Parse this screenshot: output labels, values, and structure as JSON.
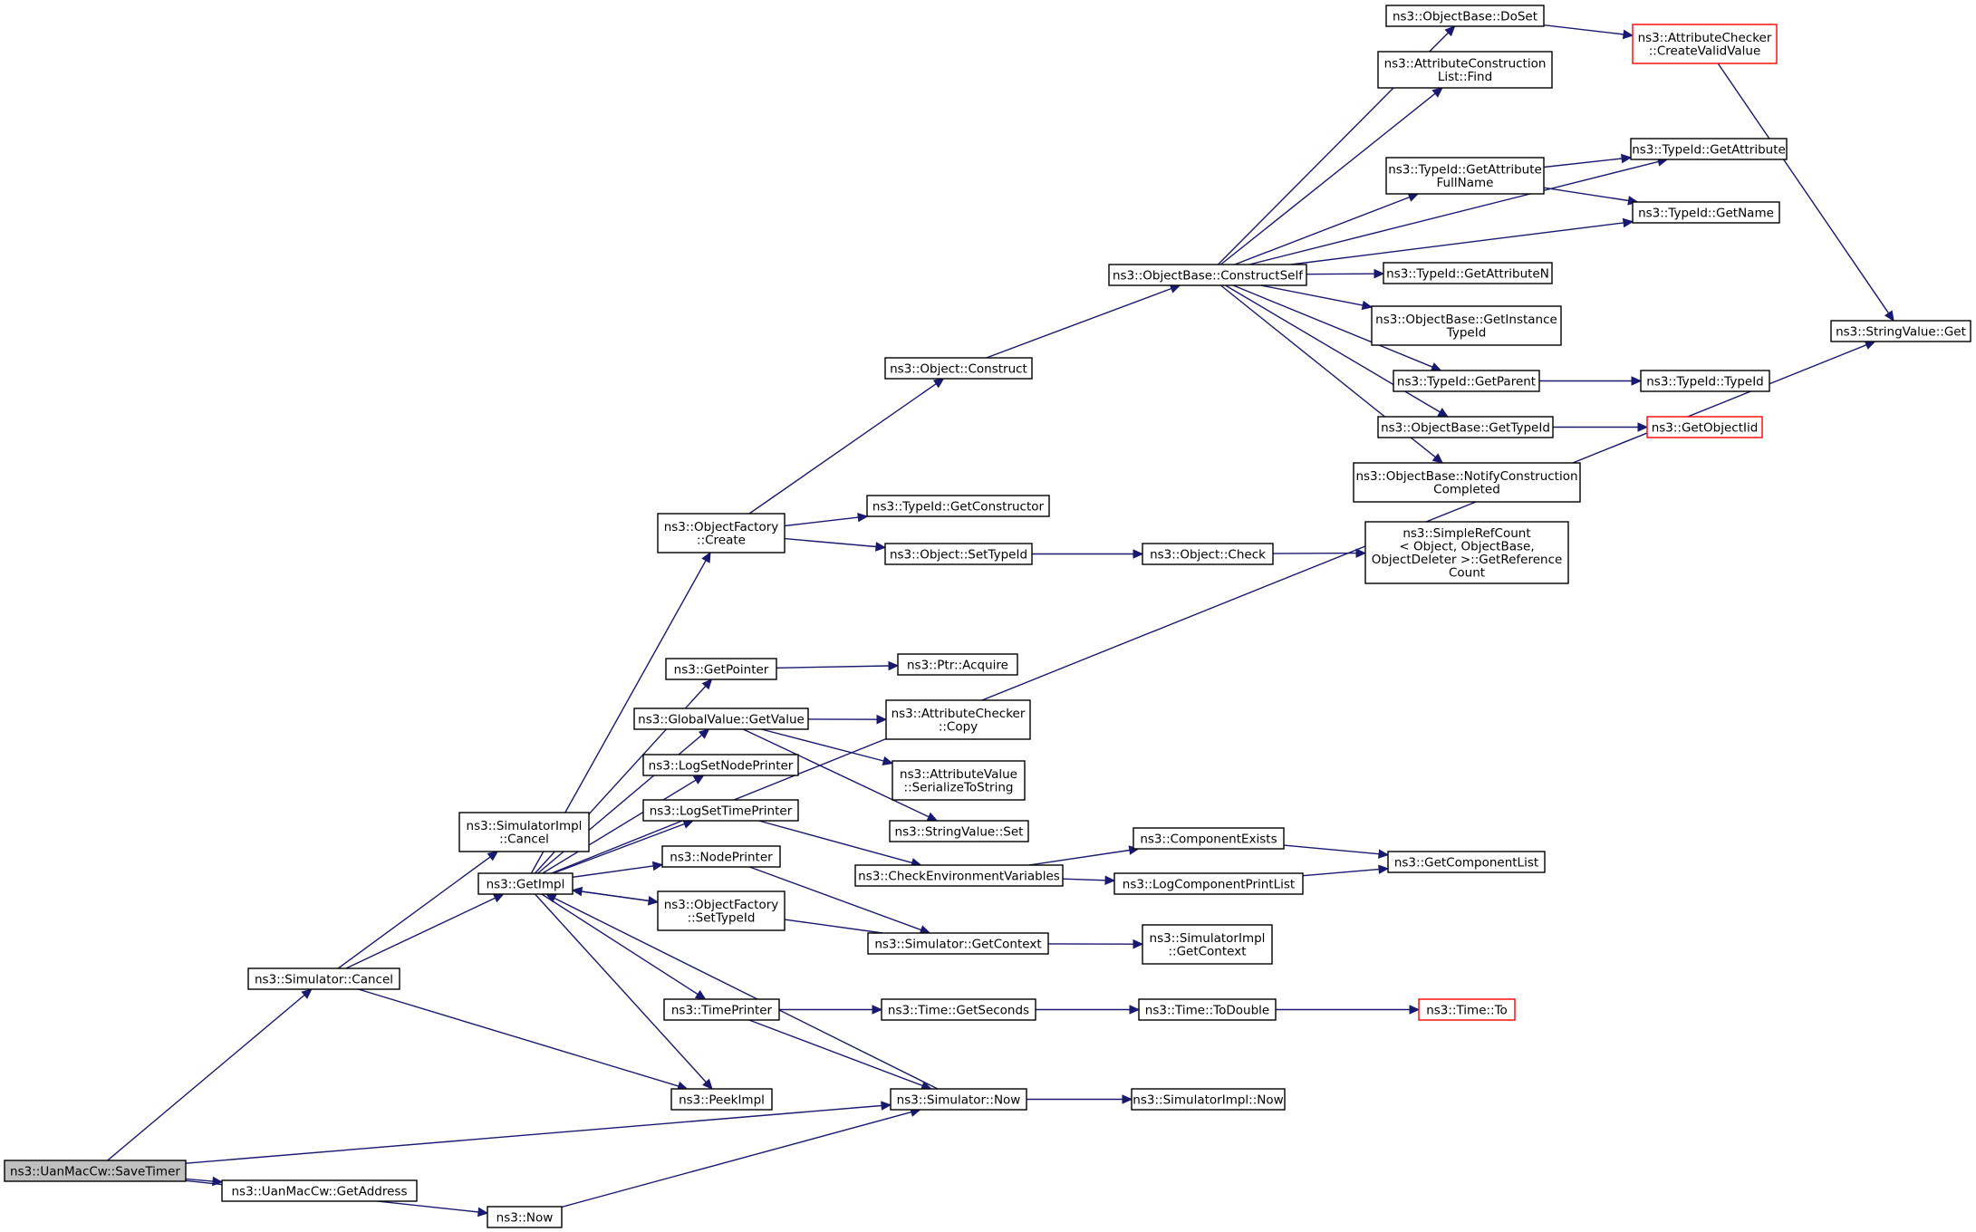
{
  "graph": {
    "root": "ns3::UanMacCw::SaveTimer",
    "nodes": [
      {
        "id": "SaveTimer",
        "label": [
          "ns3::UanMacCw::SaveTimer"
        ],
        "style": "root"
      },
      {
        "id": "SimCancel",
        "label": [
          "ns3::Simulator::Cancel"
        ]
      },
      {
        "id": "GetAddress",
        "label": [
          "ns3::UanMacCw::GetAddress"
        ]
      },
      {
        "id": "Now",
        "label": [
          "ns3::Now"
        ]
      },
      {
        "id": "SimImplCancel",
        "label": [
          "ns3::SimulatorImpl",
          "::Cancel"
        ]
      },
      {
        "id": "GetImpl",
        "label": [
          "ns3::GetImpl"
        ]
      },
      {
        "id": "PeekImpl",
        "label": [
          "ns3::PeekImpl"
        ]
      },
      {
        "id": "SimNow",
        "label": [
          "ns3::Simulator::Now"
        ]
      },
      {
        "id": "OFCreate",
        "label": [
          "ns3::ObjectFactory",
          "::Create"
        ]
      },
      {
        "id": "GetPointer",
        "label": [
          "ns3::GetPointer"
        ]
      },
      {
        "id": "GVGetValue",
        "label": [
          "ns3::GlobalValue::GetValue"
        ]
      },
      {
        "id": "LogSetNodePrinter",
        "label": [
          "ns3::LogSetNodePrinter"
        ]
      },
      {
        "id": "LogSetTimePrinter",
        "label": [
          "ns3::LogSetTimePrinter"
        ]
      },
      {
        "id": "NodePrinter",
        "label": [
          "ns3::NodePrinter"
        ]
      },
      {
        "id": "OFSetTypeId",
        "label": [
          "ns3::ObjectFactory",
          "::SetTypeId"
        ]
      },
      {
        "id": "TimePrinter",
        "label": [
          "ns3::TimePrinter"
        ]
      },
      {
        "id": "ObjConstruct",
        "label": [
          "ns3::Object::Construct"
        ]
      },
      {
        "id": "TIGetConstructor",
        "label": [
          "ns3::TypeId::GetConstructor"
        ]
      },
      {
        "id": "ObjSetTypeId",
        "label": [
          "ns3::Object::SetTypeId"
        ]
      },
      {
        "id": "PtrAcquire",
        "label": [
          "ns3::Ptr::Acquire"
        ]
      },
      {
        "id": "ACCopy",
        "label": [
          "ns3::AttributeChecker",
          "::Copy"
        ]
      },
      {
        "id": "AVSerialize",
        "label": [
          "ns3::AttributeValue",
          "::SerializeToString"
        ]
      },
      {
        "id": "SVSet",
        "label": [
          "ns3::StringValue::Set"
        ]
      },
      {
        "id": "CheckEnv",
        "label": [
          "ns3::CheckEnvironmentVariables"
        ]
      },
      {
        "id": "SimGetContext",
        "label": [
          "ns3::Simulator::GetContext"
        ]
      },
      {
        "id": "TimeGetSeconds",
        "label": [
          "ns3::Time::GetSeconds"
        ]
      },
      {
        "id": "OBConstructSelf",
        "label": [
          "ns3::ObjectBase::ConstructSelf"
        ]
      },
      {
        "id": "ObjCheck",
        "label": [
          "ns3::Object::Check"
        ]
      },
      {
        "id": "ComponentExists",
        "label": [
          "ns3::ComponentExists"
        ]
      },
      {
        "id": "LogCompPrintList",
        "label": [
          "ns3::LogComponentPrintList"
        ]
      },
      {
        "id": "SimImplGetContext",
        "label": [
          "ns3::SimulatorImpl",
          "::GetContext"
        ]
      },
      {
        "id": "TimeToDouble",
        "label": [
          "ns3::Time::ToDouble"
        ]
      },
      {
        "id": "SimImplNow",
        "label": [
          "ns3::SimulatorImpl::Now"
        ]
      },
      {
        "id": "OBDoSet",
        "label": [
          "ns3::ObjectBase::DoSet"
        ]
      },
      {
        "id": "ACLFind",
        "label": [
          "ns3::AttributeConstruction",
          "List::Find"
        ]
      },
      {
        "id": "TIGetAttrFullName",
        "label": [
          "ns3::TypeId::GetAttribute",
          "FullName"
        ]
      },
      {
        "id": "TIGetAttributeN",
        "label": [
          "ns3::TypeId::GetAttributeN"
        ]
      },
      {
        "id": "OBGetInstanceTypeId",
        "label": [
          "ns3::ObjectBase::GetInstance",
          "TypeId"
        ]
      },
      {
        "id": "TIGetParent",
        "label": [
          "ns3::TypeId::GetParent"
        ]
      },
      {
        "id": "OBGetTypeId",
        "label": [
          "ns3::ObjectBase::GetTypeId"
        ]
      },
      {
        "id": "OBNotify",
        "label": [
          "ns3::ObjectBase::NotifyConstruction",
          "Completed"
        ]
      },
      {
        "id": "SRCGetRefCount",
        "label": [
          "ns3::SimpleRefCount",
          "< Object, ObjectBase,",
          "ObjectDeleter >::GetReference",
          "Count"
        ]
      },
      {
        "id": "GetComponentList",
        "label": [
          "ns3::GetComponentList"
        ]
      },
      {
        "id": "TimeTo",
        "label": [
          "ns3::Time::To"
        ],
        "style": "red"
      },
      {
        "id": "ACCreateValidValue",
        "label": [
          "ns3::AttributeChecker",
          "::CreateValidValue"
        ],
        "style": "red"
      },
      {
        "id": "TIGetAttribute",
        "label": [
          "ns3::TypeId::GetAttribute"
        ]
      },
      {
        "id": "TIGetName",
        "label": [
          "ns3::TypeId::GetName"
        ]
      },
      {
        "id": "TITypeId",
        "label": [
          "ns3::TypeId::TypeId"
        ]
      },
      {
        "id": "GetObjectIid",
        "label": [
          "ns3::GetObjectIid"
        ],
        "style": "red"
      },
      {
        "id": "SVGet",
        "label": [
          "ns3::StringValue::Get"
        ]
      }
    ],
    "edges": [
      [
        "SaveTimer",
        "SimCancel"
      ],
      [
        "SaveTimer",
        "GetAddress"
      ],
      [
        "SaveTimer",
        "Now"
      ],
      [
        "SaveTimer",
        "SimNow"
      ],
      [
        "SimCancel",
        "SimImplCancel"
      ],
      [
        "SimCancel",
        "GetImpl"
      ],
      [
        "SimCancel",
        "PeekImpl"
      ],
      [
        "Now",
        "SimNow"
      ],
      [
        "GetImpl",
        "OFCreate"
      ],
      [
        "GetImpl",
        "SVGet"
      ],
      [
        "GetImpl",
        "GetPointer"
      ],
      [
        "GetImpl",
        "GVGetValue"
      ],
      [
        "GetImpl",
        "LogSetNodePrinter"
      ],
      [
        "GetImpl",
        "LogSetTimePrinter"
      ],
      [
        "GetImpl",
        "NodePrinter"
      ],
      [
        "GetImpl",
        "OFSetTypeId"
      ],
      [
        "GetImpl",
        "TimePrinter"
      ],
      [
        "GetImpl",
        "PeekImpl"
      ],
      [
        "SimGetContext",
        "GetImpl"
      ],
      [
        "SimNow",
        "GetImpl"
      ],
      [
        "OFCreate",
        "ObjConstruct"
      ],
      [
        "OFCreate",
        "TIGetConstructor"
      ],
      [
        "OFCreate",
        "ObjSetTypeId"
      ],
      [
        "ObjConstruct",
        "OBConstructSelf"
      ],
      [
        "ObjSetTypeId",
        "ObjCheck"
      ],
      [
        "ObjCheck",
        "SRCGetRefCount"
      ],
      [
        "GetPointer",
        "PtrAcquire"
      ],
      [
        "GVGetValue",
        "ACCopy"
      ],
      [
        "GVGetValue",
        "AVSerialize"
      ],
      [
        "GVGetValue",
        "SVSet"
      ],
      [
        "LogSetTimePrinter",
        "CheckEnv"
      ],
      [
        "NodePrinter",
        "SimGetContext"
      ],
      [
        "CheckEnv",
        "ComponentExists"
      ],
      [
        "CheckEnv",
        "LogCompPrintList"
      ],
      [
        "ComponentExists",
        "GetComponentList"
      ],
      [
        "LogCompPrintList",
        "GetComponentList"
      ],
      [
        "SimGetContext",
        "SimImplGetContext"
      ],
      [
        "TimePrinter",
        "TimeGetSeconds"
      ],
      [
        "TimePrinter",
        "SimNow"
      ],
      [
        "TimeGetSeconds",
        "TimeToDouble"
      ],
      [
        "TimeToDouble",
        "TimeTo"
      ],
      [
        "SimNow",
        "SimImplNow"
      ],
      [
        "OBConstructSelf",
        "OBDoSet"
      ],
      [
        "OBConstructSelf",
        "ACLFind"
      ],
      [
        "OBConstructSelf",
        "TIGetAttribute"
      ],
      [
        "OBConstructSelf",
        "TIGetAttrFullName"
      ],
      [
        "OBConstructSelf",
        "TIGetName"
      ],
      [
        "OBConstructSelf",
        "TIGetAttributeN"
      ],
      [
        "OBConstructSelf",
        "OBGetInstanceTypeId"
      ],
      [
        "OBConstructSelf",
        "TIGetParent"
      ],
      [
        "OBConstructSelf",
        "OBGetTypeId"
      ],
      [
        "OBConstructSelf",
        "OBNotify"
      ],
      [
        "OBDoSet",
        "ACCreateValidValue"
      ],
      [
        "ACCreateValidValue",
        "SVGet"
      ],
      [
        "TIGetAttrFullName",
        "TIGetAttribute"
      ],
      [
        "TIGetAttrFullName",
        "TIGetName"
      ],
      [
        "TIGetParent",
        "TITypeId"
      ],
      [
        "OBGetTypeId",
        "GetObjectIid"
      ]
    ]
  },
  "colors": {
    "edge": "#191970",
    "box_border": "#000000",
    "red_border": "#ff0000",
    "root_fill": "#bfbfbf"
  }
}
